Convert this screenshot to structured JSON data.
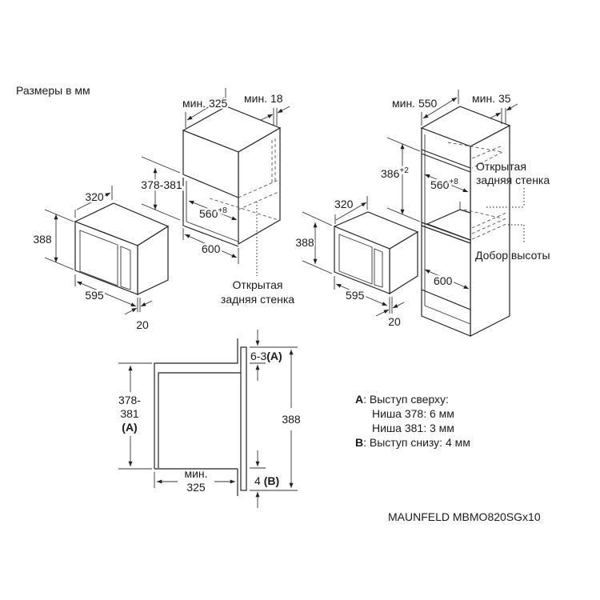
{
  "title": "Размеры в мм",
  "left_install": {
    "min_depth": "мин. 325",
    "min_rear": "мин. 18",
    "niche_height": "378-381",
    "niche_width": "560",
    "niche_width_tol": "+8",
    "cabinet_width": "600",
    "open_back": [
      "Открытая",
      "задняя стенка"
    ]
  },
  "microwave": {
    "depth": "320",
    "height": "388",
    "width": "595",
    "frame": "20"
  },
  "right_install": {
    "min_depth": "мин. 550",
    "min_rear": "мин. 35",
    "niche_height": "386",
    "niche_height_tol": "+2",
    "niche_width": "560",
    "niche_width_tol": "+8",
    "cabinet_width": "600",
    "open_back": [
      "Открытая",
      "задняя стенка"
    ],
    "height_filler": "Добор высоты"
  },
  "side_view": {
    "niche_height": [
      "378-",
      "381",
      "(A)"
    ],
    "top_offset": "6-3",
    "top_offset_ref": "(A)",
    "bottom_offset": "4",
    "bottom_offset_ref": "(B)",
    "total_height": "388",
    "min_depth": [
      "мин.",
      "325"
    ]
  },
  "legend": {
    "a_key": "A",
    "a_text": ": Выступ сверху:",
    "a_line2": "Ниша 378: 6 мм",
    "a_line3": "Ниша 381: 3 мм",
    "b_key": "B",
    "b_text": ": Выступ снизу: 4 мм"
  },
  "model": "MAUNFELD MBMO820SGx10"
}
